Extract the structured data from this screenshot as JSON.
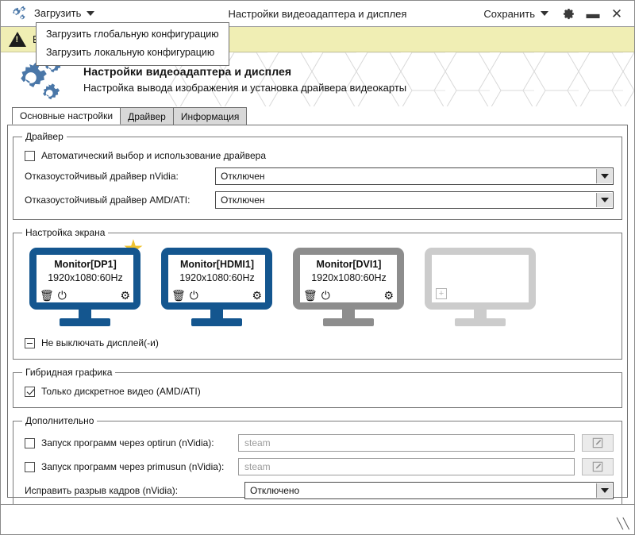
{
  "window": {
    "title": "Настройки видеоадаптера и дисплея",
    "app_icon": "gears-icon",
    "load_menu_label": "Загрузить",
    "save_menu_label": "Сохранить",
    "settings_icon": "gear-icon",
    "minimize_icon": "minimize-icon",
    "close_icon": "close-icon"
  },
  "dropdown": {
    "open": true,
    "items": [
      {
        "label": "Загрузить глобальную конфигурацию"
      },
      {
        "label": "Загрузить локальную конфигурацию"
      }
    ]
  },
  "warning": {
    "icon": "warning-triangle-icon",
    "text": "В",
    "bg": "#f0eeb4"
  },
  "banner": {
    "logo_icon": "gears-icon",
    "title": "Настройки видеоадаптера и дисплея",
    "subtitle": "Настройка вывода изображения и установка драйвера видеокарты"
  },
  "tabs": [
    {
      "label": "Основные настройки",
      "active": true
    },
    {
      "label": "Драйвер",
      "active": false
    },
    {
      "label": "Информация",
      "active": false
    }
  ],
  "driver_group": {
    "legend": "Драйвер",
    "auto_checkbox": {
      "label": "Автоматический выбор и использование драйвера",
      "checked": false
    },
    "fields": [
      {
        "label": "Отказоустойчивый драйвер nVidia:",
        "value": "Отключен"
      },
      {
        "label": "Отказоустойчивый драйвер AMD/ATI:",
        "value": "Отключен"
      }
    ]
  },
  "screen_group": {
    "legend": "Настройка экрана",
    "monitors": [
      {
        "name": "Monitor[DP1]",
        "resolution": "1920x1080:60Hz",
        "state": "active",
        "primary": true,
        "icons": [
          "trash-icon",
          "power-icon",
          "gear-icon"
        ]
      },
      {
        "name": "Monitor[HDMI1]",
        "resolution": "1920x1080:60Hz",
        "state": "active",
        "primary": false,
        "icons": [
          "trash-icon",
          "power-icon",
          "gear-icon"
        ]
      },
      {
        "name": "Monitor[DVI1]",
        "resolution": "1920x1080:60Hz",
        "state": "disabled",
        "primary": false,
        "icons": [
          "trash-icon",
          "power-icon",
          "gear-icon"
        ]
      },
      {
        "name": "",
        "resolution": "",
        "state": "empty",
        "primary": false,
        "icons": [
          "plus-icon"
        ]
      }
    ],
    "no_blank_checkbox": {
      "label": "Не выключать дисплей(-и)",
      "state": "indeterminate"
    }
  },
  "hybrid_group": {
    "legend": "Гибридная графика",
    "checkbox": {
      "label": "Только дискретное видео (AMD/ATI)",
      "checked": true
    }
  },
  "extra_group": {
    "legend": "Дополнительно",
    "optirun": {
      "label": "Запуск программ через optirun (nVidia):",
      "checked": false,
      "placeholder": "steam",
      "edit_icon": "pencil-icon"
    },
    "primusrun": {
      "label": "Запуск программ через primusun (nVidia):",
      "checked": false,
      "placeholder": "steam",
      "edit_icon": "pencil-icon"
    },
    "tearfix": {
      "label": "Исправить разрыв кадров (nVidia):",
      "value": "Отключено"
    }
  },
  "statusbar": {
    "grip_icon": "resize-grip-icon"
  },
  "colors": {
    "accent_blue": "#14568f",
    "star_gold": "#f0c330",
    "warning_bg": "#f0eeb4",
    "disabled_gray": "#8d8d8d",
    "empty_gray": "#cccccc"
  }
}
